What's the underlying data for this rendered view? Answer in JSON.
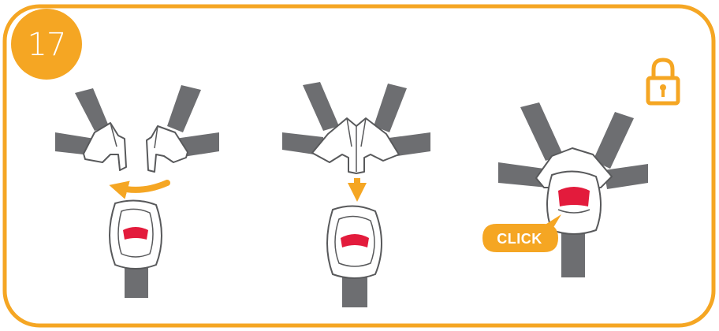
{
  "step": {
    "number": "17"
  },
  "panels": {
    "align": {
      "arrow_icon": "curved-arrow-left"
    },
    "insert": {
      "arrow_icon": "arrow-down"
    },
    "locked": {
      "click_label": "CLICK",
      "status_icon": "padlock-locked-icon"
    }
  },
  "colors": {
    "accent": "#F5A623",
    "strap": "#6D6E71",
    "release_button": "#E31B3C",
    "outline": "#58595B",
    "background": "#FFFFFF"
  }
}
